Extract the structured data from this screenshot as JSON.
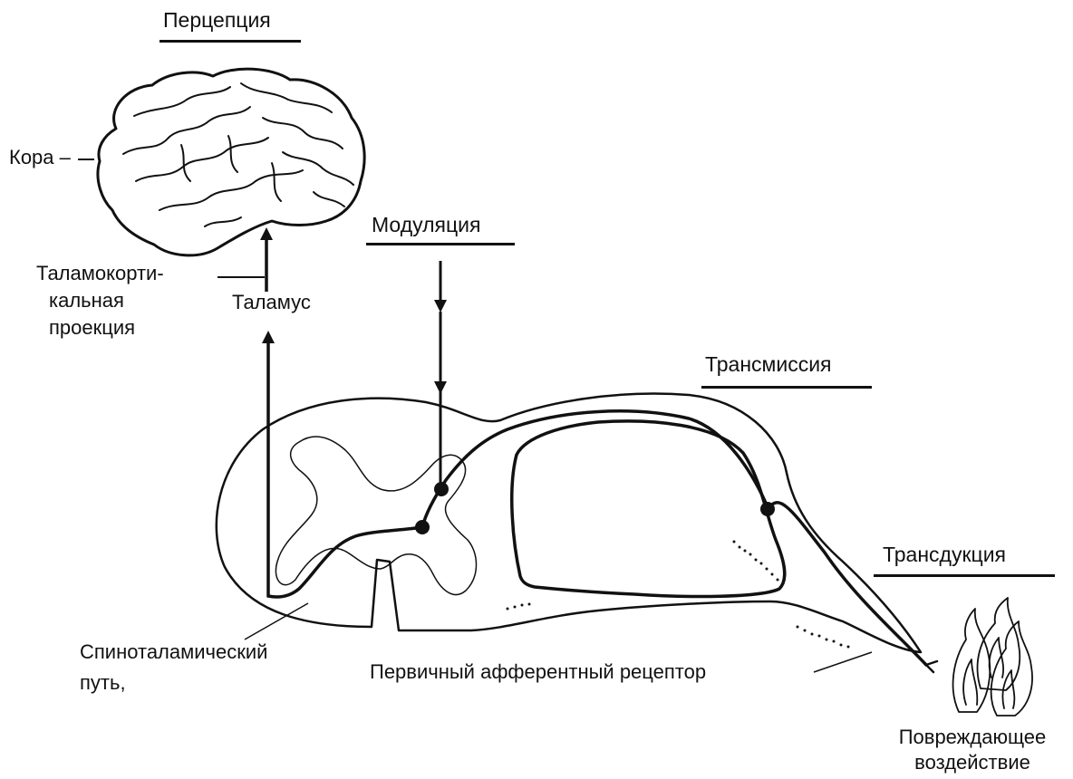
{
  "stages": {
    "perception": "Перцепция",
    "modulation": "Модуляция",
    "transmission": "Трансмиссия",
    "transduction": "Трансдукция"
  },
  "labels": {
    "cortex": "Кора –",
    "thalamocortical_line1": "Таламокорти-",
    "thalamocortical_line2": "кальная",
    "thalamocortical_line3": "проекция",
    "thalamus": "Таламус",
    "spinothalamic_line1": "Спиноталамический",
    "spinothalamic_line2": "путь,",
    "primary_afferent": "Первичный афферентный рецептор",
    "noxious_line1": "Повреждающее",
    "noxious_line2": "воздействие"
  }
}
